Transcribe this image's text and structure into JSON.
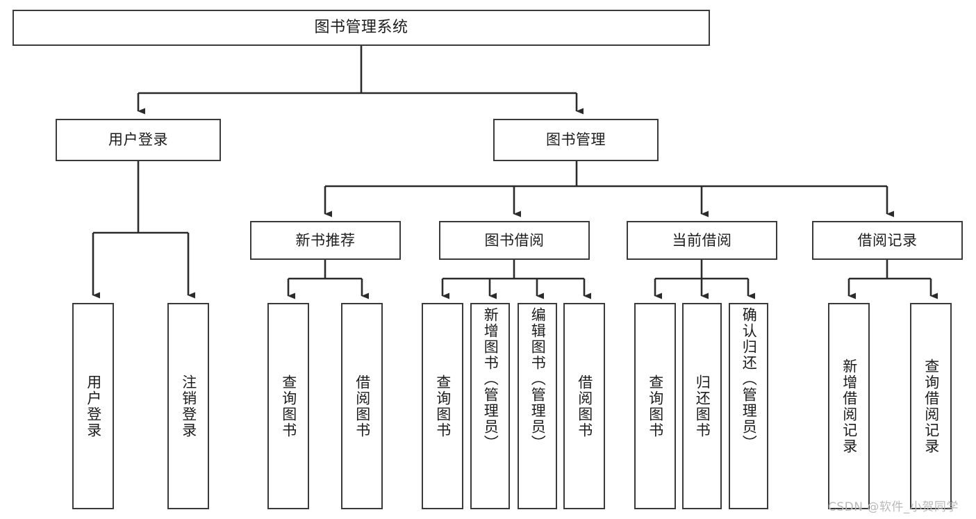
{
  "diagram": {
    "title": "图书管理系统",
    "type": "tree-hierarchy",
    "root": {
      "id": "root",
      "label": "图书管理系统"
    },
    "level2": [
      {
        "id": "user-login",
        "label": "用户登录"
      },
      {
        "id": "book-management",
        "label": "图书管理"
      }
    ],
    "level3": [
      {
        "id": "new-book-recommend",
        "label": "新书推荐"
      },
      {
        "id": "book-borrow",
        "label": "图书借阅"
      },
      {
        "id": "current-borrow",
        "label": "当前借阅"
      },
      {
        "id": "borrow-record",
        "label": "借阅记录"
      }
    ],
    "leaves": {
      "user_login": [
        {
          "id": "leaf-user-login",
          "label": "用户登录"
        },
        {
          "id": "leaf-logout-login",
          "label": "注销登录"
        }
      ],
      "new_book_recommend": [
        {
          "id": "leaf-query-book-1",
          "label": "查询图书"
        },
        {
          "id": "leaf-borrow-book-1",
          "label": "借阅图书"
        }
      ],
      "book_borrow": [
        {
          "id": "leaf-query-book-2",
          "label": "查询图书"
        },
        {
          "id": "leaf-add-book",
          "label": "新增图书（管理员）"
        },
        {
          "id": "leaf-edit-book",
          "label": "编辑图书（管理员）"
        },
        {
          "id": "leaf-borrow-book-2",
          "label": "借阅图书"
        }
      ],
      "current_borrow": [
        {
          "id": "leaf-query-book-3",
          "label": "查询图书"
        },
        {
          "id": "leaf-return-book",
          "label": "归还图书"
        },
        {
          "id": "leaf-confirm-return",
          "label": "确认归还（管理员）"
        }
      ],
      "borrow_record": [
        {
          "id": "leaf-add-record",
          "label": "新增借阅记录"
        },
        {
          "id": "leaf-query-record",
          "label": "查询借阅记录"
        }
      ]
    }
  },
  "watermark": {
    "text": "CSDN @软件_小贺同学"
  },
  "colors": {
    "border": "#3a3a3a",
    "text": "#1c1c1c",
    "background": "#ffffff",
    "watermark": "#b9b9b9"
  }
}
